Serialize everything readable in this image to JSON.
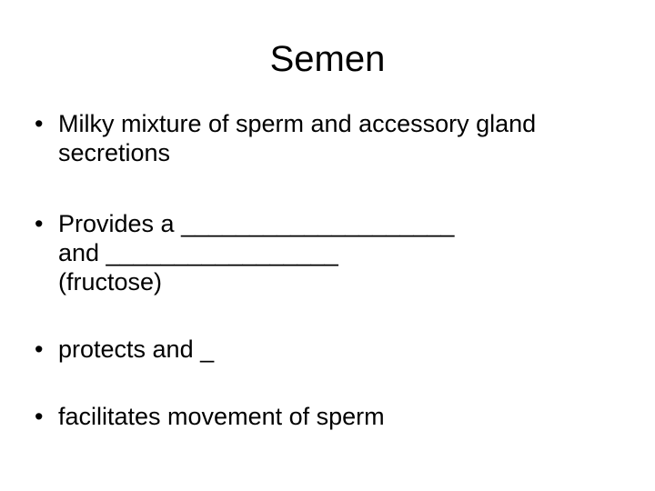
{
  "slide": {
    "title": "Semen",
    "background_color": "#ffffff",
    "text_color": "#000000",
    "bullet_glyph": "•",
    "bullets": [
      {
        "name": "bullet-milky-mixture",
        "text": "Milky mixture of sperm and accessory gland secretions"
      },
      {
        "name": "bullet-provides",
        "text": "Provides a ____________________\nand _________________\n(fructose)"
      },
      {
        "name": "bullet-protects",
        "text": "protects and _"
      },
      {
        "name": "bullet-facilitates",
        "text": "facilitates movement of sperm"
      }
    ]
  }
}
